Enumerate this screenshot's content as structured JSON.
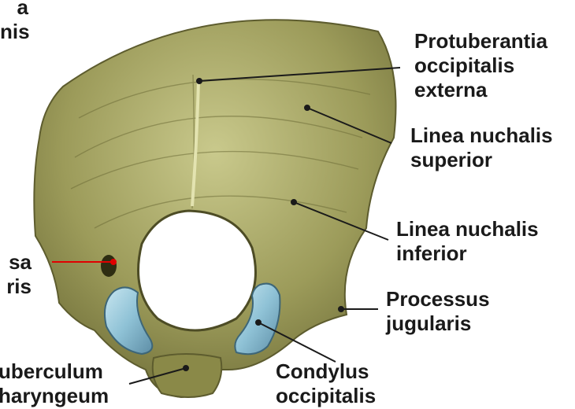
{
  "colors": {
    "bone": "#9c9b5a",
    "bone_light": "#c9c98c",
    "bone_dark": "#5d5c2e",
    "condyle": "#8fc2d6",
    "hole": "#ffffff",
    "leader": "#1a1a1a",
    "highlight_leader": "#e00000"
  },
  "labels": {
    "top_left": {
      "line1": "a",
      "line2": "nis"
    },
    "protuberantia": {
      "line1": "Protuberantia",
      "line2": "occipitalis",
      "line3": "externa"
    },
    "nuchalis_superior": {
      "line1": "Linea nuchalis",
      "line2": "superior"
    },
    "nuchalis_inferior": {
      "line1": "Linea nuchalis",
      "line2": "inferior"
    },
    "fossa": {
      "line1": "sa",
      "line2": "ris"
    },
    "processus": {
      "line1": "Processus",
      "line2": "jugularis"
    },
    "tuberculum": {
      "line1": "uberculum",
      "line2": "haryngeum"
    },
    "condylus": {
      "line1": "Condylus",
      "line2": "occipitalis"
    }
  }
}
